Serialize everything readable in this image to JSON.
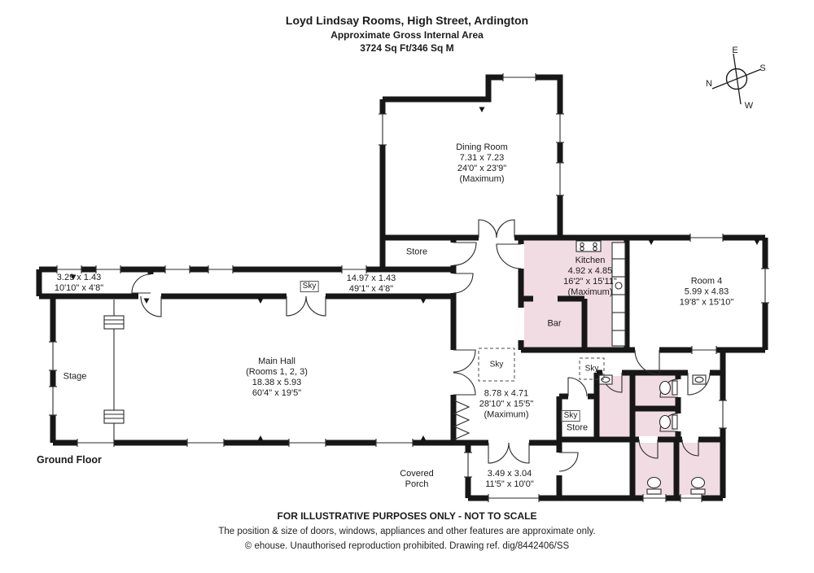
{
  "header": {
    "title": "Loyd Lindsay Rooms, High Street, Ardington",
    "subtitle": "Approximate Gross Internal Area",
    "area": "3724 Sq Ft/346 Sq M"
  },
  "compass": {
    "e": "E",
    "s": "S",
    "n": "N",
    "w": "W"
  },
  "floor_label": "Ground Floor",
  "sky_label": "Sky",
  "rooms": {
    "dining_room": {
      "name": "Dining Room",
      "metric": "7.31 x 7.23",
      "imperial": "24'0\" x 23'9\"",
      "note": "(Maximum)"
    },
    "store_upper": {
      "name": "Store"
    },
    "corridor": {
      "metric": "14.97 x 1.43",
      "imperial": "49'1\" x 4'8\""
    },
    "corridor_left": {
      "metric": "3.29 x 1.43",
      "imperial": "10'10\" x 4'8\""
    },
    "main_hall": {
      "name": "Main Hall",
      "sub": "(Rooms 1, 2, 3)",
      "metric": "18.38 x 5.93",
      "imperial": "60'4\" x 19'5\""
    },
    "stage": {
      "name": "Stage"
    },
    "kitchen": {
      "name": "Kitchen",
      "metric": "4.92 x 4.85",
      "imperial": "16'2\" x 15'11\"",
      "note": "(Maximum)"
    },
    "bar": {
      "name": "Bar"
    },
    "room_4": {
      "name": "Room 4",
      "metric": "5.99 x 4.83",
      "imperial": "19'8\" x 15'10\""
    },
    "central_area": {
      "metric": "8.78 x 4.71",
      "imperial": "28'10\" x 15'5\"",
      "note": "(Maximum)"
    },
    "store_lower": {
      "name": "Store"
    },
    "covered_porch": {
      "line1": "Covered",
      "line2": "Porch",
      "metric": "3.49 x 3.04",
      "imperial": "11'5\" x 10'0\""
    }
  },
  "footer": {
    "line1": "FOR ILLUSTRATIVE PURPOSES ONLY - NOT TO SCALE",
    "line2": "The position & size of doors, windows, appliances and other features are approximate only.",
    "line3": "© ehouse. Unauthorised reproduction prohibited. Drawing ref. dig/8442406/SS"
  },
  "colors": {
    "wall": "#171717",
    "room_fill": "#f1dce3"
  }
}
